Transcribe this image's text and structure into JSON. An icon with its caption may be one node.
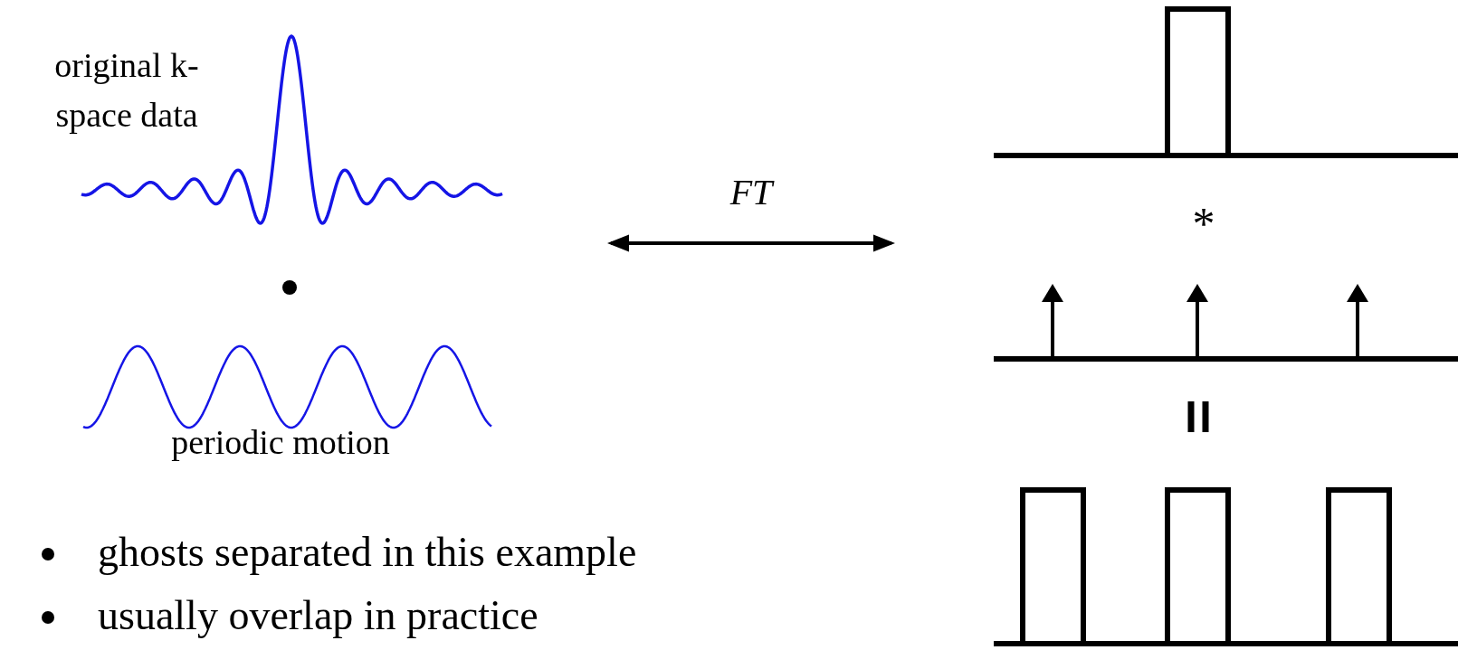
{
  "diagram": {
    "nodes": [
      {
        "text": [
          "original k-space data",
          "periodic motion"
        ]
      },
      {
        "text": [
          "*"
        ]
      }
    ],
    "edges": [
      {
        "from": 0,
        "to": 1,
        "arrow": "both",
        "label": "FT"
      }
    ],
    "labels": [
      "ghosts separated in this example",
      "usually overlap in practice"
    ]
  }
}
